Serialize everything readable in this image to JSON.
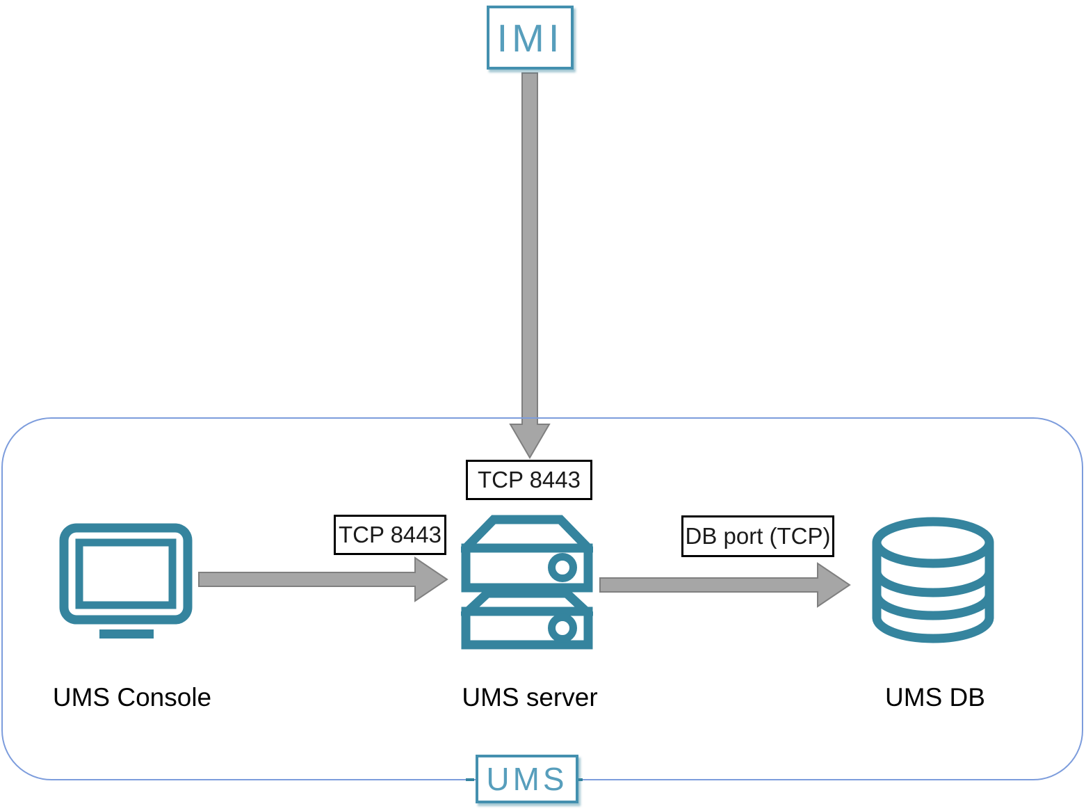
{
  "diagram": {
    "external_node": {
      "label": "IMI"
    },
    "boundary": {
      "label": "UMS"
    },
    "nodes": [
      {
        "name": "ums-console",
        "label": "UMS Console",
        "icon": "monitor-icon"
      },
      {
        "name": "ums-server",
        "label": "UMS server",
        "icon": "server-rack-icon"
      },
      {
        "name": "ums-db",
        "label": "UMS DB",
        "icon": "database-icon"
      }
    ],
    "connections": [
      {
        "from": "IMI",
        "to": "UMS server",
        "label": "TCP 8443",
        "direction": "down"
      },
      {
        "from": "UMS Console",
        "to": "UMS server",
        "label": "TCP 8443",
        "direction": "right"
      },
      {
        "from": "UMS server",
        "to": "UMS DB",
        "label": "DB port (TCP)",
        "direction": "right"
      }
    ],
    "colors": {
      "icon_teal": "#35849E",
      "node_box_border": "#4490AF",
      "node_box_text": "#579EBC",
      "boundary_border": "#7C9CDC",
      "arrow_fill": "#A6A6A6",
      "arrow_stroke": "#7F7F7F",
      "label_border": "#000000",
      "label_text": "#1A1A1A",
      "background": "#FFFFFF"
    }
  }
}
